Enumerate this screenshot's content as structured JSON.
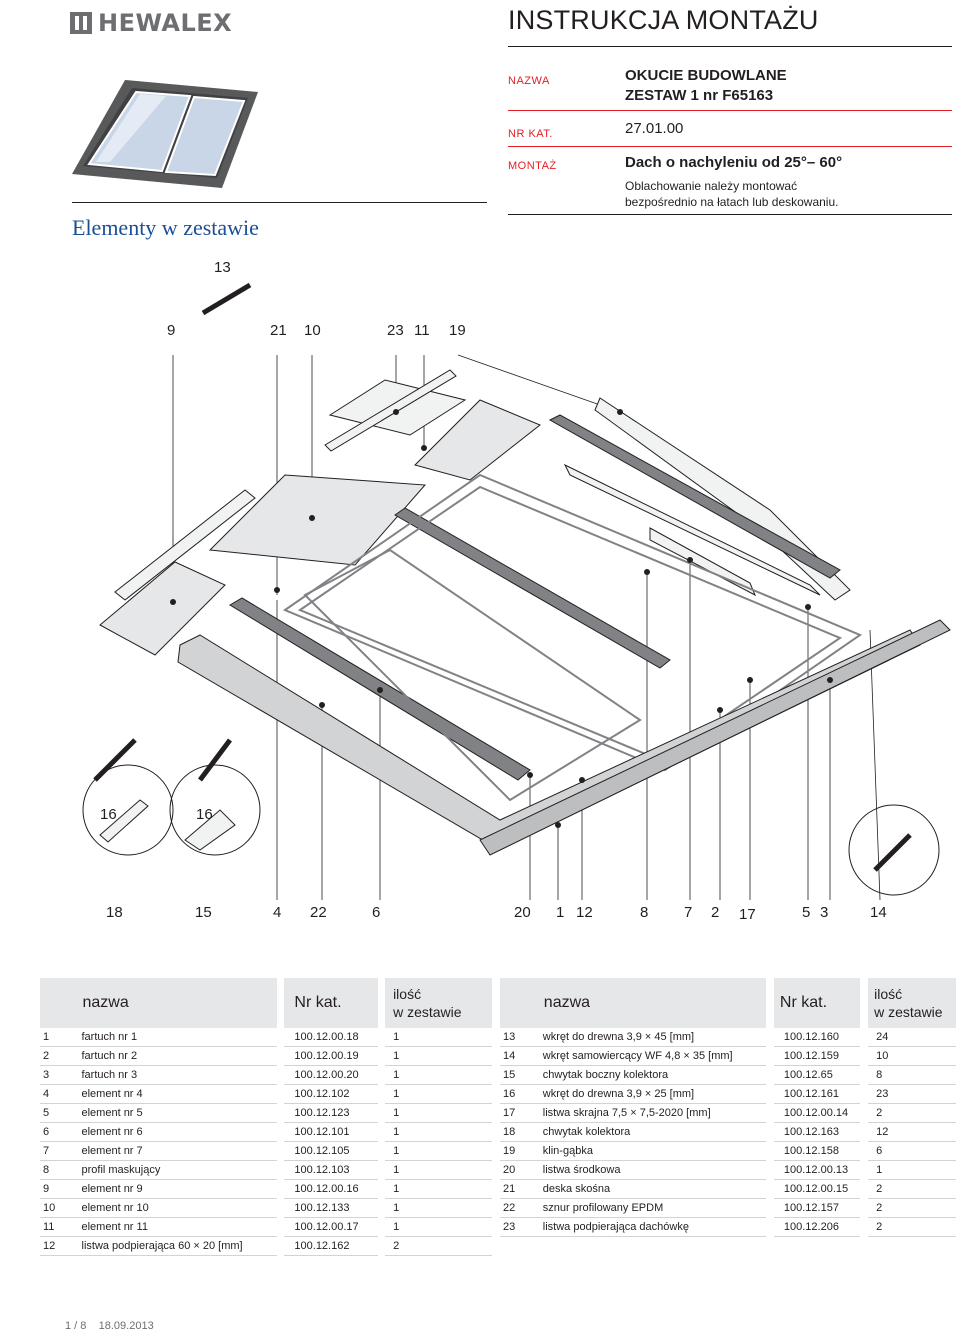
{
  "brand": {
    "name": "HEWALEX"
  },
  "header": {
    "title": "INSTRUKCJA MONTAŻU",
    "nazwa_label": "NAZWA",
    "nazwa_value_line1": "OKUCIE BUDOWLANE",
    "nazwa_value_line2": "ZESTAW 1 nr F65163",
    "nrkat_label": "NR KAT.",
    "nrkat_value": "27.01.00",
    "montaz_label": "MONTAŻ",
    "montaz_value": "Dach o nachyleniu od 25°– 60°",
    "montaz_note_line1": "Oblachowanie należy montować",
    "montaz_note_line2": "bezpośrednio na łatach lub deskowaniu."
  },
  "section_title": "Elementy w zestawie",
  "callouts": {
    "top": [
      "13",
      "9",
      "21",
      "10",
      "23",
      "11",
      "19"
    ],
    "mid": [
      "16",
      "16"
    ],
    "bottom": [
      "18",
      "15",
      "4",
      "22",
      "6",
      "20",
      "1",
      "12",
      "8",
      "7",
      "2",
      "17",
      "5",
      "3",
      "14"
    ]
  },
  "table_headers": {
    "nazwa": "nazwa",
    "nrkat": "Nr kat.",
    "ilosc_line1": "ilość",
    "ilosc_line2": "w zestawie"
  },
  "table_left": [
    {
      "n": "1",
      "nazwa": "fartuch nr 1",
      "nr": "100.12.00.18",
      "ilosc": "1"
    },
    {
      "n": "2",
      "nazwa": "fartuch nr 2",
      "nr": "100.12.00.19",
      "ilosc": "1"
    },
    {
      "n": "3",
      "nazwa": "fartuch nr 3",
      "nr": "100.12.00.20",
      "ilosc": "1"
    },
    {
      "n": "4",
      "nazwa": "element nr 4",
      "nr": "100.12.102",
      "ilosc": "1"
    },
    {
      "n": "5",
      "nazwa": "element nr 5",
      "nr": "100.12.123",
      "ilosc": "1"
    },
    {
      "n": "6",
      "nazwa": "element nr 6",
      "nr": "100.12.101",
      "ilosc": "1"
    },
    {
      "n": "7",
      "nazwa": "element nr 7",
      "nr": "100.12.105",
      "ilosc": "1"
    },
    {
      "n": "8",
      "nazwa": "profil maskujący",
      "nr": "100.12.103",
      "ilosc": "1"
    },
    {
      "n": "9",
      "nazwa": "element nr 9",
      "nr": "100.12.00.16",
      "ilosc": "1"
    },
    {
      "n": "10",
      "nazwa": "element nr 10",
      "nr": "100.12.133",
      "ilosc": "1"
    },
    {
      "n": "11",
      "nazwa": "element nr 11",
      "nr": "100.12.00.17",
      "ilosc": "1"
    },
    {
      "n": "12",
      "nazwa": "listwa podpierająca 60 × 20 [mm]",
      "nr": "100.12.162",
      "ilosc": "2"
    }
  ],
  "table_right": [
    {
      "n": "13",
      "nazwa": "wkręt do drewna 3,9 × 45 [mm]",
      "nr": "100.12.160",
      "ilosc": "24"
    },
    {
      "n": "14",
      "nazwa": "wkręt samowiercący WF 4,8 × 35 [mm]",
      "nr": "100.12.159",
      "ilosc": "10"
    },
    {
      "n": "15",
      "nazwa": "chwytak boczny kolektora",
      "nr": "100.12.65",
      "ilosc": "8"
    },
    {
      "n": "16",
      "nazwa": "wkręt do drewna 3,9 × 25 [mm]",
      "nr": "100.12.161",
      "ilosc": "23"
    },
    {
      "n": "17",
      "nazwa": "listwa skrajna 7,5 × 7,5-2020 [mm]",
      "nr": "100.12.00.14",
      "ilosc": "2"
    },
    {
      "n": "18",
      "nazwa": "chwytak kolektora",
      "nr": "100.12.163",
      "ilosc": "12"
    },
    {
      "n": "19",
      "nazwa": "klin-gąbka",
      "nr": "100.12.158",
      "ilosc": "6"
    },
    {
      "n": "20",
      "nazwa": "listwa środkowa",
      "nr": "100.12.00.13",
      "ilosc": "1"
    },
    {
      "n": "21",
      "nazwa": "deska skośna",
      "nr": "100.12.00.15",
      "ilosc": "2"
    },
    {
      "n": "22",
      "nazwa": "sznur profilowany EPDM",
      "nr": "100.12.157",
      "ilosc": "2"
    },
    {
      "n": "23",
      "nazwa": "listwa podpierająca dachówkę",
      "nr": "100.12.206",
      "ilosc": "2"
    }
  ],
  "footer": {
    "page": "1 / 8",
    "date": "18.09.2013"
  }
}
